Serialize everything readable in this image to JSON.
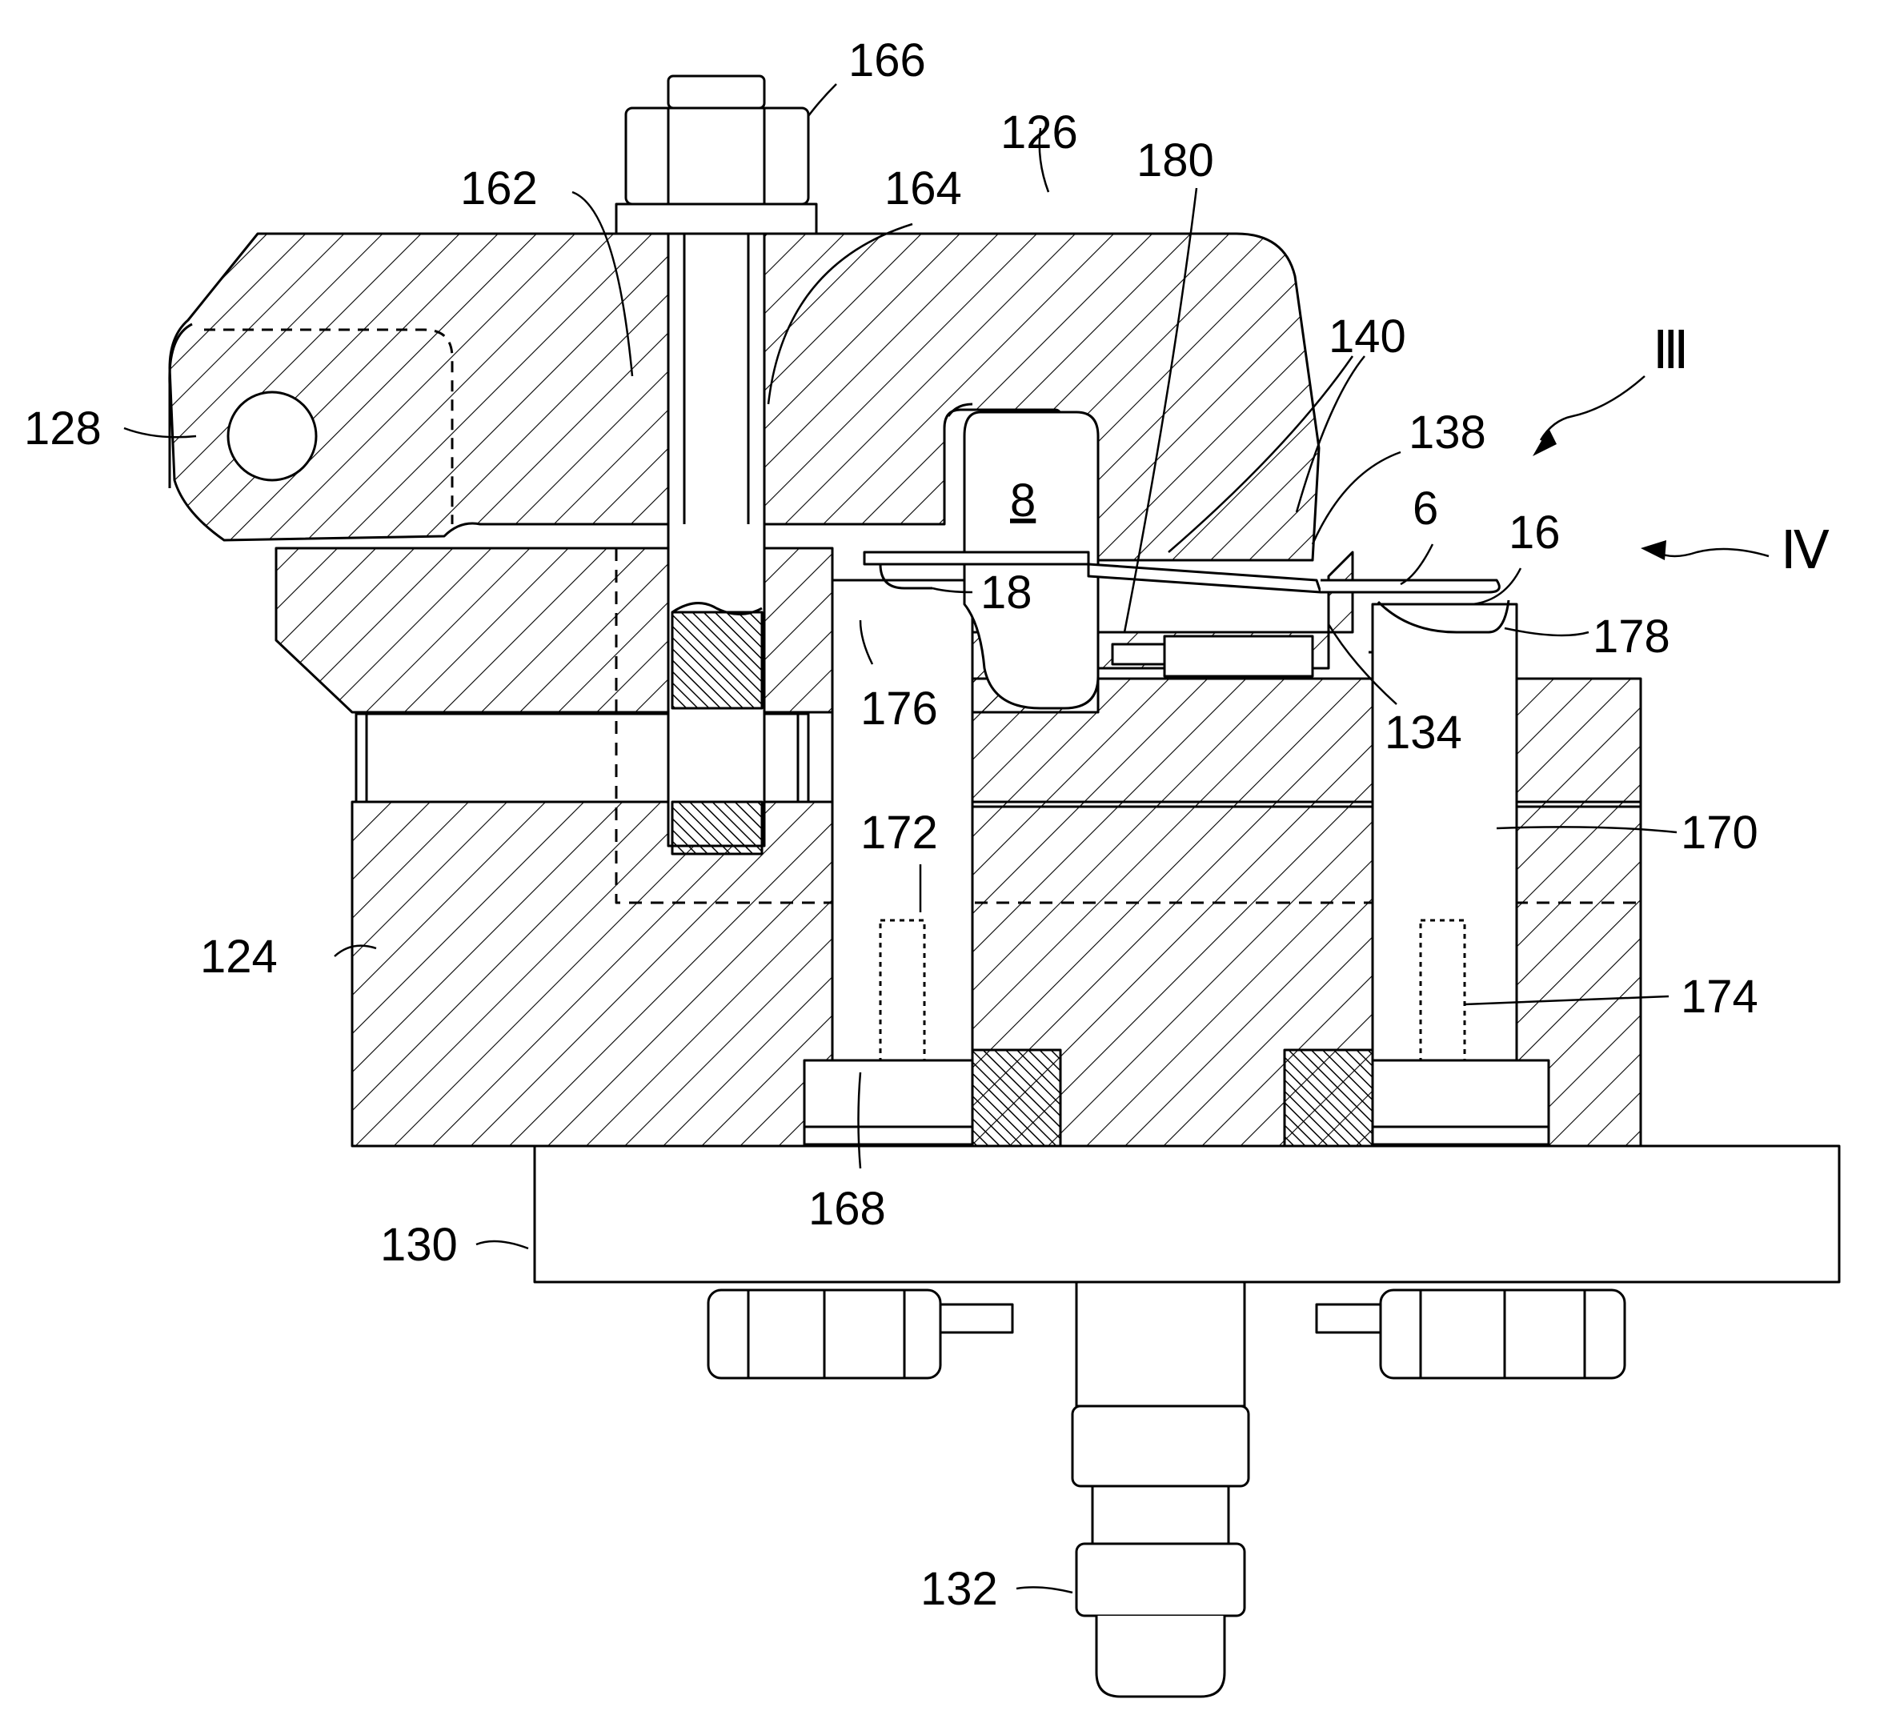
{
  "figure": {
    "labels": {
      "l166": "166",
      "l126": "126",
      "l180": "180",
      "l162": "162",
      "l164": "164",
      "l140": "140",
      "l128": "128",
      "l138": "138",
      "l8": "8",
      "l6": "6",
      "l16": "16",
      "l18": "18",
      "l178": "178",
      "l176": "176",
      "l134": "134",
      "l172": "172",
      "l170": "170",
      "l124": "124",
      "l174": "174",
      "l168": "168",
      "l130": "130",
      "l132": "132"
    },
    "view_markers": {
      "iii": "Ⅲ",
      "iv": "Ⅳ"
    }
  },
  "colors": {
    "line": "#000000",
    "background": "#ffffff"
  }
}
